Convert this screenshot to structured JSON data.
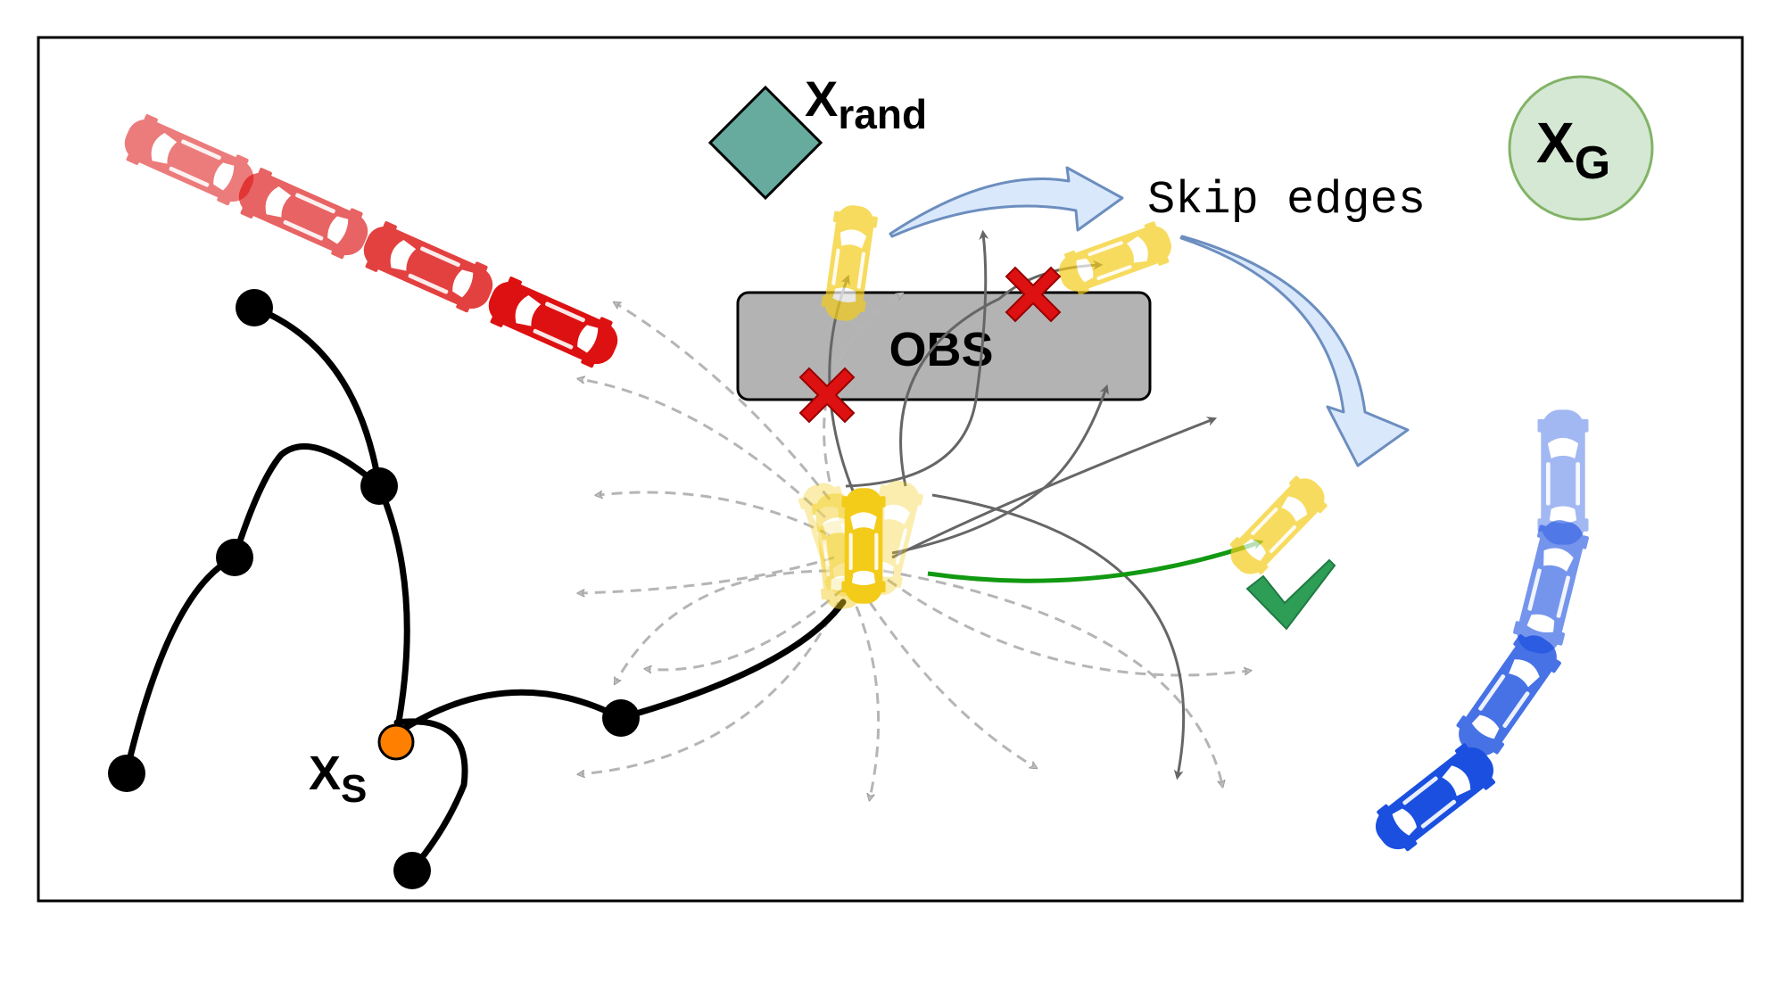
{
  "labels": {
    "x_rand_main": "X",
    "x_rand_sub": "rand",
    "x_goal_main": "X",
    "x_goal_sub": "G",
    "x_start_main": "X",
    "x_start_sub": "S",
    "obstacle": "OBS",
    "skip_edges": "Skip edges"
  },
  "colors": {
    "red_car": "#dd1111",
    "blue_car": "#1a4fe0",
    "yellow_car": "#f3cc1a",
    "goal_fill": "#d5e8d4",
    "goal_stroke": "#82b366",
    "rand_fill": "#67ab9f",
    "start_fill": "#ff8000",
    "obstacle_fill": "#b3b3b3",
    "reject_cross": "#dd1111",
    "accept_check": "#2e9e57",
    "accepted_edge": "#119911",
    "skip_arrow_fill": "#dae8fc",
    "skip_arrow_stroke": "#6c8ebf"
  },
  "icons": [
    "car-icon",
    "cross-icon",
    "check-icon",
    "diamond-icon"
  ]
}
